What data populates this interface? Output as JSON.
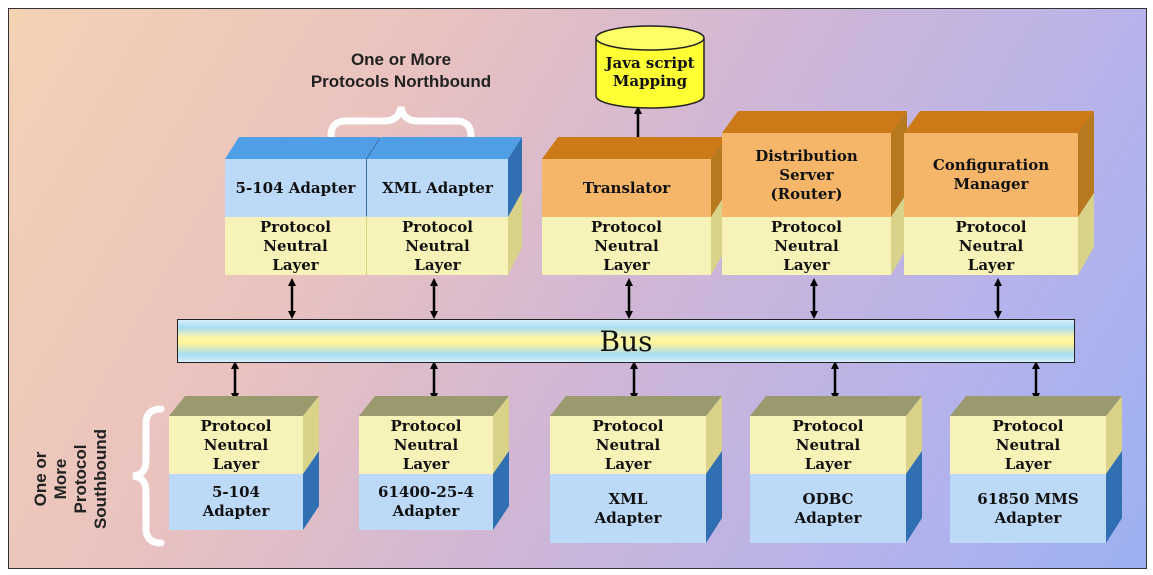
{
  "diagram": {
    "northbound_label": "One or More\nProtocols Northbound",
    "southbound_label": "One or More\nProtocol\nSouthbound",
    "bus_label": "Bus",
    "database_label": "Java script\nMapping",
    "pnl_label": "Protocol\nNeutral\nLayer",
    "top_blocks": [
      {
        "name": "adapter-5-104-north",
        "label": "5-104 Adapter",
        "style": "blue"
      },
      {
        "name": "adapter-xml-north",
        "label": "XML Adapter",
        "style": "blue"
      },
      {
        "name": "translator",
        "label": "Translator",
        "style": "orange"
      },
      {
        "name": "distribution-server",
        "label": "Distribution\nServer\n(Router)",
        "style": "orange"
      },
      {
        "name": "configuration-manager",
        "label": "Configuration\nManager",
        "style": "orange"
      }
    ],
    "bottom_blocks": [
      {
        "name": "adapter-5-104-south",
        "label": "5-104\nAdapter"
      },
      {
        "name": "adapter-61400",
        "label": "61400-25-4\nAdapter"
      },
      {
        "name": "adapter-xml-south",
        "label": "XML\nAdapter"
      },
      {
        "name": "adapter-odbc",
        "label": "ODBC\nAdapter"
      },
      {
        "name": "adapter-61850",
        "label": "61850 MMS\nAdapter"
      }
    ],
    "colors": {
      "adapter_blue": "#bcd9f7",
      "protocol_layer": "#f7f3b8",
      "component_orange": "#f6b66a",
      "database_yellow": "#ffff33",
      "bus_yellow": "#fff59a"
    }
  }
}
